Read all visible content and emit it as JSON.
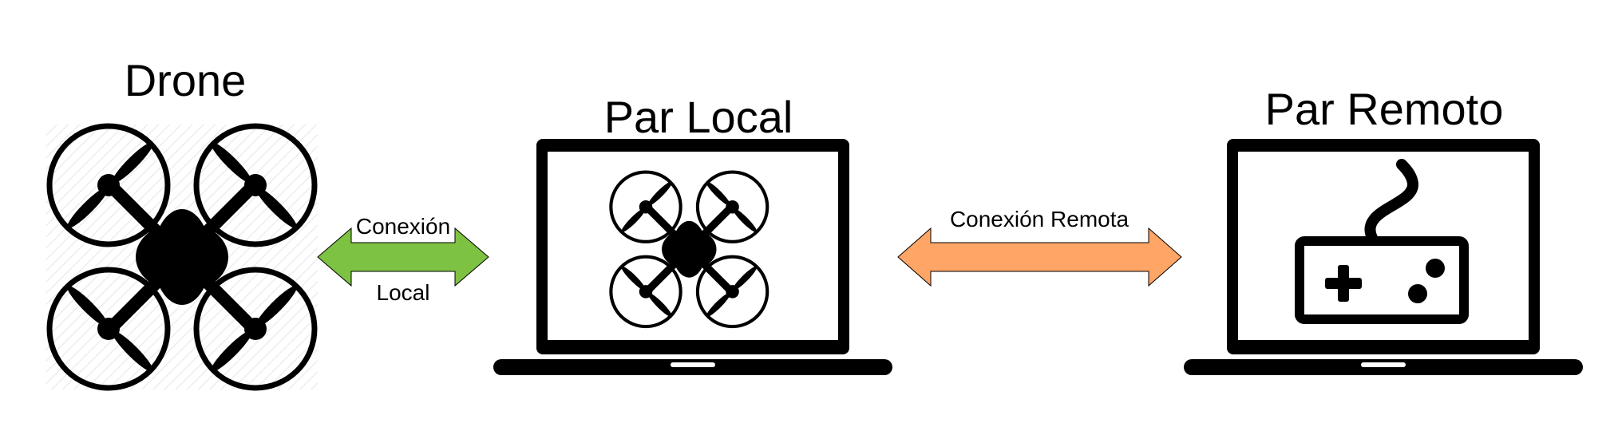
{
  "nodes": {
    "drone": {
      "title": "Drone",
      "icon": "drone-icon"
    },
    "local_peer": {
      "title": "Par Local",
      "icon": "laptop-icon",
      "screen_icon": "drone-icon"
    },
    "remote_peer": {
      "title": "Par Remoto",
      "icon": "laptop-icon",
      "screen_icon": "gamepad-icon"
    }
  },
  "connections": {
    "local": {
      "label_top": "Conexión",
      "label_bottom": "Local",
      "color": "#7dc242"
    },
    "remote": {
      "label": "Conexión Remota",
      "color": "#ffa566"
    }
  }
}
